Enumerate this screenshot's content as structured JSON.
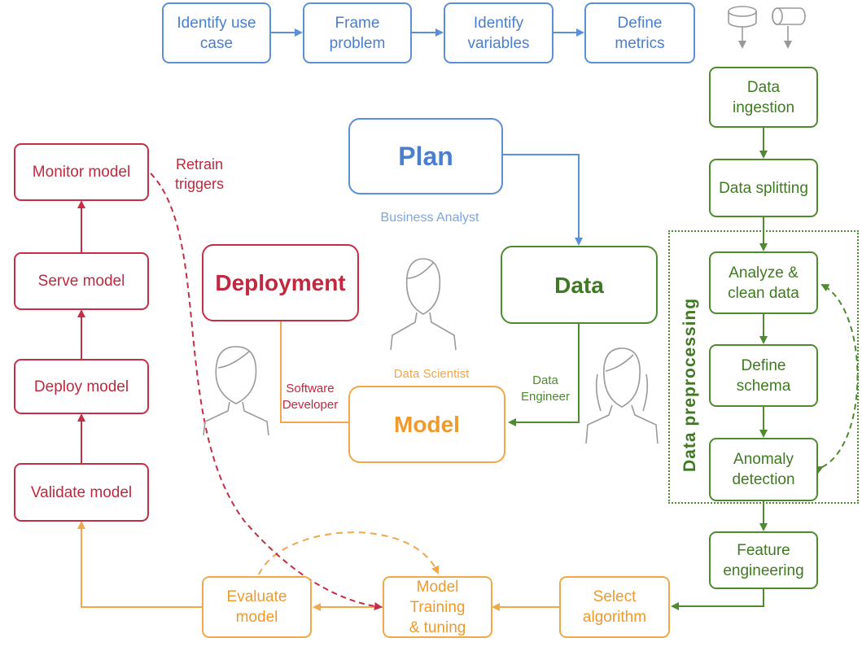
{
  "plan_steps": [
    "Identify use\ncase",
    "Frame\nproblem",
    "Identify\nvariables",
    "Define metrics"
  ],
  "hubs": {
    "plan": "Plan",
    "data": "Data",
    "model": "Model",
    "deployment": "Deployment"
  },
  "roles": {
    "business_analyst": "Business Analyst",
    "data_engineer": "Data\nEngineer",
    "data_scientist": "Data Scientist",
    "software_developer": "Software\nDeveloper"
  },
  "data_pipeline": {
    "ingestion": "Data ingestion",
    "splitting": "Data splitting",
    "analyze": "Analyze &\nclean data",
    "schema": "Define schema",
    "anomaly": "Anomaly\ndetection",
    "feature": "Feature\nengineering",
    "group_label": "Data preprocessing"
  },
  "modeling": {
    "select": "Select\nalgorithm",
    "training": "Model Training\n& tuning",
    "evaluate": "Evaluate\nmodel"
  },
  "deploy_steps": {
    "validate": "Validate model",
    "deploy": "Deploy model",
    "serve": "Serve model",
    "monitor": "Monitor model"
  },
  "retrain_label": "Retrain\ntriggers",
  "colors": {
    "plan": "#5b8fd6",
    "data": "#4e8a2e",
    "model": "#f0a84a",
    "deployment": "#c62e45",
    "person": "#9a9a9a"
  },
  "icons": [
    "database-icon",
    "storage-cylinder-icon",
    "person-icon"
  ]
}
